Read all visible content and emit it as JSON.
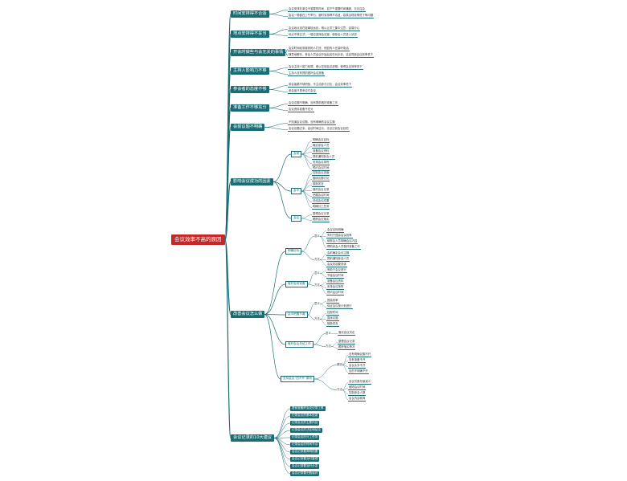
{
  "root": "会议效率不高的原因",
  "branch1": {
    "label": "时间安排得不合适",
    "notes": [
      "会议安排在单位不重要的时间，如下午重要时间横被，无论召会",
      "会议一般都在上午举行，被时安排得不合适，容易出现效率低下等问题"
    ]
  },
  "branch2": {
    "label": "地点安排得不妥当",
    "notes": [
      "会议地点选在距离较远处，难以让员工集中注意，容易分心",
      "地点不够正式，一般应选择会议室，使参会人员进入状态"
    ]
  },
  "branch3": {
    "label": "开会时做些与会无关的事情",
    "notes": [
      "会议时间经常被其他人打扰，例如有人在接听电话",
      "随意地聊天，参会人员会议开始后还在玩手机，这会导致会议效率低下"
    ]
  },
  "branch4": {
    "label": "主持人影响力不够",
    "notes": [
      "会议主持人能力较弱，难以控制会议进程，使得会议效率低下",
      "主持人没有提前做好会议准备"
    ]
  },
  "branch5": {
    "label": "参会者的态度不够",
    "notes": [
      "参会者都不够积极，不主动参与讨论，会议效率低下",
      "参会者只是来应付会议"
    ]
  },
  "branch6": {
    "label": "准备工作不够充分",
    "notes": [
      "会议议题不明确，没有提前做好准备工作",
      "会议资料准备不充分"
    ]
  },
  "branch7": {
    "label": "会前议题不明确",
    "notes": [
      "不知道会议议题，没有明确的会议主题",
      "会议议题过多，会议时间过长，无法达到会议目的"
    ]
  },
  "branch8": {
    "label": "影响会议成功的因素",
    "groups": [
      {
        "label": "会前",
        "items": [
          "明确会议目标",
          "确定参会人员",
          "准备会议资料",
          "提前通知参会人员",
          "安排会议场所",
          "预约会议时间"
        ]
      },
      {
        "label": "会中",
        "items": [
          "控制会议进度",
          "围绕议题讨论",
          "鼓励发言",
          "做好会议记录",
          "把握会议时间",
          "总结会议成果",
          "明确分工任务"
        ]
      },
      {
        "label": "会后",
        "items": [
          "整理会议记录",
          "跟踪会议落实"
        ]
      }
    ]
  },
  "branch9": {
    "label": "改善会议怎么做",
    "groups": [
      {
        "label": "明确目标",
        "a": "意义",
        "aItems": [
          "会议目标明确",
          "有利于提高会议效率",
          "使参会人员明确会议内容",
          "帮助参会人员做好准备工作"
        ],
        "b": "方法",
        "bItems": [
          "会前确定会议主题",
          "提前通知参会人员",
          "会议内容要具体"
        ]
      },
      {
        "label": "做好会前准备",
        "a": "意义",
        "aItems": [
          "有助于会议进行",
          "节省会议时间"
        ],
        "b": "方法",
        "bItems": [
          "准备会议资料",
          "安排会议场所",
          "预约会议时间"
        ]
      },
      {
        "label": "会中把握节奏",
        "a": "意义",
        "aItems": [
          "提高效率",
          "保证会议按计划进行"
        ],
        "b": "方法",
        "bItems": [
          "控制时间",
          "围绕议题",
          "鼓励发言"
        ]
      },
      {
        "label": "做好会后总结工作",
        "a": "意义",
        "aItems": [
          "落实会议决定"
        ],
        "b": "方法",
        "bItems": [
          "整理会议记录",
          "跟踪落实情况"
        ]
      },
      {
        "label": "坚持会议“四不开”原则",
        "a": "原则",
        "aItems": [
          "没有明确议题不开",
          "没有准备不开",
          "会议太多不开",
          "目的不明确不开"
        ],
        "b": "方法",
        "bItems": [
          "会议次数尽量减少",
          "缩短会议时间",
          "控制参会人数",
          "会议内容精简"
        ]
      }
    ]
  },
  "branch10": {
    "label": "会议记录的10大建议",
    "items": [
      "提前准备好会议记录工具",
      "记录会议的基本信息",
      "记录会议的主要内容",
      "记录会议的决定和结论",
      "记录会议的分工任务",
      "记录会议的时间节点",
      "会议记录要简明扼要",
      "会议记录要及时整理",
      "会议记录要及时分发",
      "会议记录要归档保存"
    ]
  }
}
